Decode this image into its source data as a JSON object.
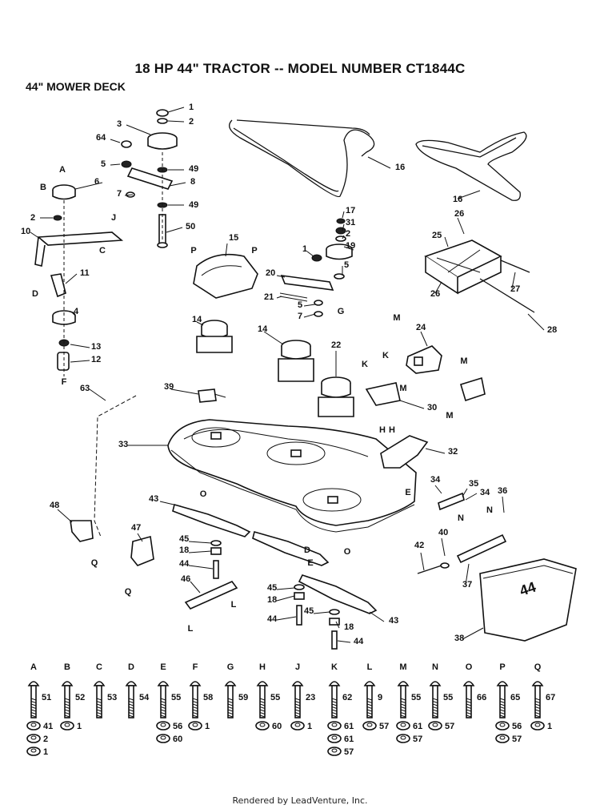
{
  "title": "18 HP 44\" TRACTOR -- MODEL NUMBER CT1844C",
  "subtitle": "44\" MOWER DECK",
  "footer": "Rendered by LeadVenture, Inc.",
  "callouts": [
    "1",
    "2",
    "3",
    "64",
    "5",
    "49",
    "6",
    "8",
    "7",
    "49",
    "2",
    "10",
    "11",
    "4",
    "13",
    "12",
    "50",
    "16",
    "16",
    "17",
    "31",
    "2",
    "19",
    "1",
    "5",
    "15",
    "20",
    "21",
    "5",
    "7",
    "25",
    "26",
    "26",
    "27",
    "28",
    "14",
    "14",
    "22",
    "24",
    "30",
    "39",
    "63",
    "33",
    "32",
    "34",
    "35",
    "34",
    "36",
    "48",
    "47",
    "43",
    "45",
    "18",
    "44",
    "46",
    "40",
    "42",
    "37",
    "45",
    "18",
    "44",
    "45",
    "18",
    "43",
    "44",
    "38"
  ],
  "frame_letters": [
    "A",
    "B",
    "C",
    "D",
    "F",
    "J",
    "P",
    "P",
    "G",
    "M",
    "K",
    "K",
    "M",
    "M",
    "M",
    "H",
    "H",
    "E",
    "O",
    "D",
    "O",
    "N",
    "N",
    "L",
    "L",
    "Q",
    "Q",
    "E"
  ],
  "hardware_columns": [
    {
      "letter": "A",
      "items": [
        "51",
        "41",
        "2",
        "1"
      ]
    },
    {
      "letter": "B",
      "items": [
        "52",
        "1"
      ]
    },
    {
      "letter": "C",
      "items": [
        "53"
      ]
    },
    {
      "letter": "D",
      "items": [
        "54"
      ]
    },
    {
      "letter": "E",
      "items": [
        "55",
        "56",
        "60"
      ]
    },
    {
      "letter": "F",
      "items": [
        "58",
        "1"
      ]
    },
    {
      "letter": "G",
      "items": [
        "59"
      ]
    },
    {
      "letter": "H",
      "items": [
        "55",
        "60"
      ]
    },
    {
      "letter": "J",
      "items": [
        "23",
        "1"
      ]
    },
    {
      "letter": "K",
      "items": [
        "62",
        "61",
        "61",
        "57"
      ]
    },
    {
      "letter": "L",
      "items": [
        "9",
        "57"
      ]
    },
    {
      "letter": "M",
      "items": [
        "55",
        "61",
        "57"
      ]
    },
    {
      "letter": "N",
      "items": [
        "55",
        "57"
      ]
    },
    {
      "letter": "O",
      "items": [
        "66"
      ]
    },
    {
      "letter": "P",
      "items": [
        "65",
        "56",
        "57"
      ]
    },
    {
      "letter": "Q",
      "items": [
        "67",
        "1"
      ]
    }
  ]
}
